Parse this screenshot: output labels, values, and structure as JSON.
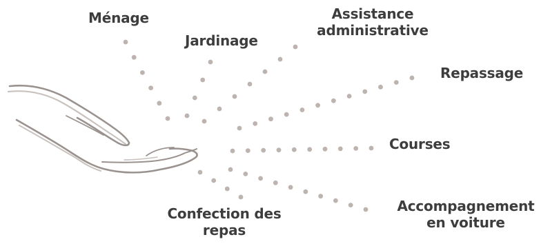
{
  "diagram": {
    "colors": {
      "dot": "#bdb3af",
      "hand_stroke": "#9a928e",
      "hand_shadow": "#c9c2be",
      "label_text": "#3d3d3d",
      "background": "#ffffff"
    },
    "icons": [
      "open-hand-icon"
    ],
    "services": [
      {
        "id": "menage",
        "lines": [
          "Ménage"
        ]
      },
      {
        "id": "jardinage",
        "lines": [
          "Jardinage"
        ]
      },
      {
        "id": "assistance",
        "lines": [
          "Assistance",
          "administrative"
        ]
      },
      {
        "id": "repassage",
        "lines": [
          "Repassage"
        ]
      },
      {
        "id": "courses",
        "lines": [
          "Courses"
        ]
      },
      {
        "id": "accompagnement",
        "lines": [
          "Accompagnement",
          "en voiture"
        ]
      },
      {
        "id": "confection",
        "lines": [
          "Confection des",
          "repas"
        ]
      }
    ]
  }
}
